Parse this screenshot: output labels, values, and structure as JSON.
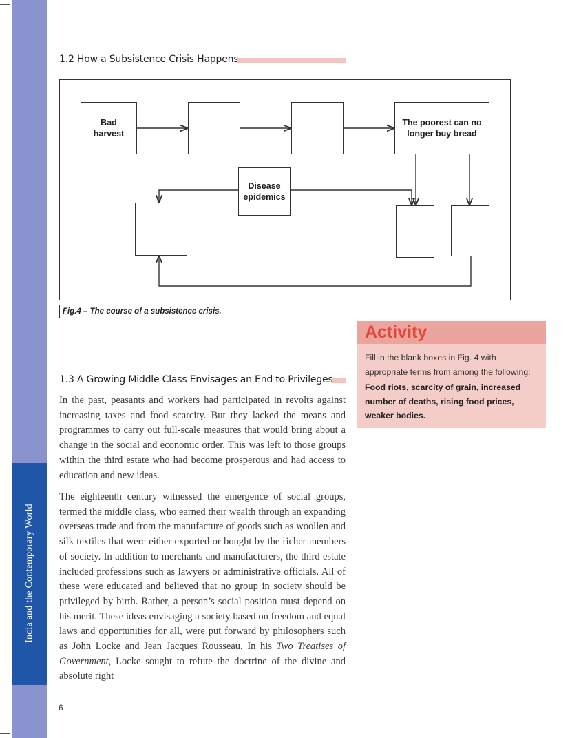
{
  "sidebar": {
    "title": "India and the Contemporary World"
  },
  "section_1_2": {
    "heading": "1.2 How a Subsistence Crisis Happens"
  },
  "diagram": {
    "boxes": {
      "bad_harvest": "Bad\nharvest",
      "blank_1": "",
      "blank_2": "",
      "poorest": "The poorest can no\nlonger buy bread",
      "disease": "Disease\nepidemics",
      "blank_3": "",
      "blank_4": "",
      "blank_5": ""
    },
    "caption": "Fig.4 – The course of a subsistence crisis."
  },
  "activity": {
    "title": "Activity",
    "instruction": "Fill in the blank boxes in Fig. 4 with appropriate terms from among the following:",
    "terms": "Food riots, scarcity of grain, increased number of deaths, rising food prices, weaker bodies."
  },
  "section_1_3": {
    "heading": "1.3 A Growing Middle Class Envisages an End to Privileges",
    "para1": "In the past, peasants and workers had participated in revolts against increasing taxes and food scarcity. But they lacked the means and programmes to carry out full-scale measures that would bring about a change in the social and economic order. This was left to those groups within the third estate who had become prosperous and had access to education and new ideas.",
    "para2_before_italic": "The eighteenth century witnessed the emergence of social groups, termed the middle class, who earned their wealth through an expanding overseas trade and from the manufacture of goods such as woollen and silk textiles that were either exported or bought by the richer members of society. In addition to merchants and manufacturers, the third estate included professions such as lawyers or administrative officials. All of these were educated and believed that no group in society should be privileged by birth. Rather, a person’s social position must depend on his merit. These ideas envisaging a society based on freedom and equal laws and opportunities for all, were put forward by philosophers such as John Locke and Jean Jacques Rousseau. In his ",
    "para2_italic": "Two Treatises of Government,",
    "para2_after_italic": " Locke sought to refute the doctrine of the divine and absolute right"
  },
  "page": {
    "number": "6"
  }
}
